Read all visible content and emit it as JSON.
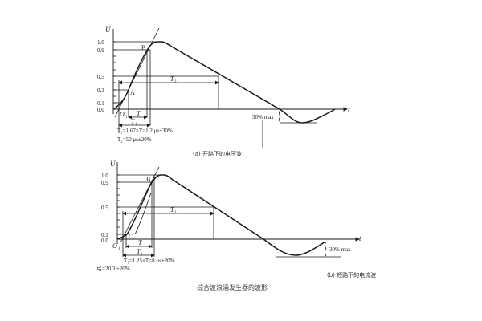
{
  "figure": {
    "title": "综合波浪涌发生器的波形",
    "panel_a": {
      "caption": "(a)  开路下的电压波",
      "y_axis_label": "U",
      "x_axis_label": "t",
      "y_ticks": [
        "1.0",
        "0.9",
        "0.5",
        "0.3",
        "0.1",
        "0.0"
      ],
      "points": {
        "A": "A",
        "B": "B",
        "origin": "O",
        "origin_sub": "1"
      },
      "labels": {
        "T": "T",
        "T1": "T",
        "T1_sub": "1",
        "T2": "T",
        "T2_sub": "2",
        "undershoot": "30% max"
      },
      "formula_1": "T₁=1.67×T=1.2 μs±30%",
      "formula_2": "T₂=50 μs±20%"
    },
    "panel_b": {
      "caption": "(b)  短路下的电流波",
      "y_axis_label": "U",
      "x_axis_label": "t",
      "y_ticks": [
        "1.0",
        "0.9",
        "0.5",
        "0.1",
        "0.0"
      ],
      "points": {
        "B": "B",
        "C": "C",
        "origin": "O",
        "origin_sub": "1"
      },
      "labels": {
        "T": "T",
        "T1": "T",
        "T1_sub": "1",
        "T2": "T",
        "T2_sub": "2",
        "undershoot": "30% max"
      },
      "formula_1": "T₁=1.25×T=8 μs±20%",
      "formula_2": "弓=20 3 ±20%"
    }
  }
}
